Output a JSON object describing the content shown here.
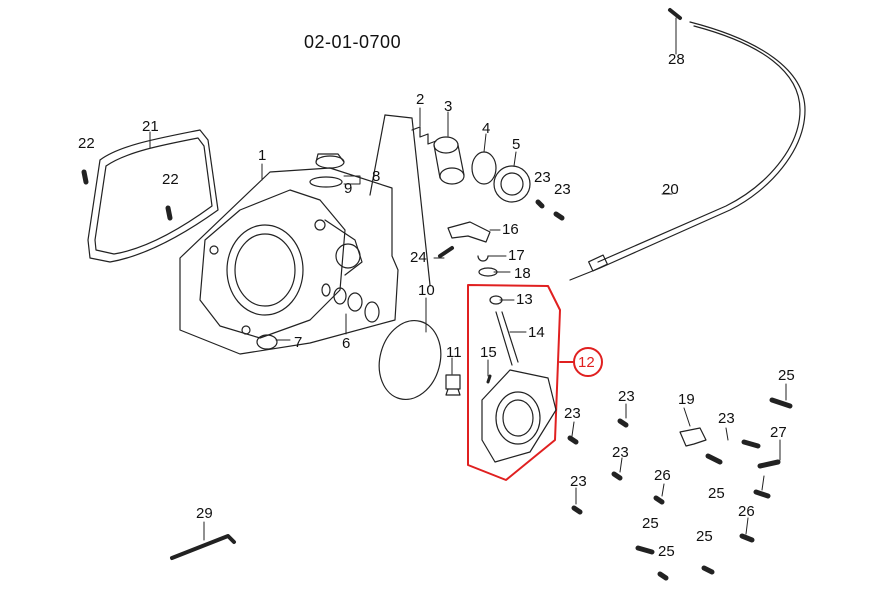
{
  "diagram": {
    "code": "02-01-0700",
    "highlight_color": "#e02020",
    "line_color": "#222222",
    "callouts": {
      "c1": "1",
      "c2": "2",
      "c3": "3",
      "c4": "4",
      "c5": "5",
      "c6": "6",
      "c7": "7",
      "c8": "8",
      "c9": "9",
      "c10": "10",
      "c11": "11",
      "c12": "12",
      "c13": "13",
      "c14": "14",
      "c15": "15",
      "c16": "16",
      "c17": "17",
      "c18": "18",
      "c19": "19",
      "c20": "20",
      "c21": "21",
      "c22a": "22",
      "c22b": "22",
      "c23a": "23",
      "c23b": "23",
      "c23c": "23",
      "c23d": "23",
      "c23e": "23",
      "c23f": "23",
      "c23g": "23",
      "c24": "24",
      "c25a": "25",
      "c25b": "25",
      "c25c": "25",
      "c25d": "25",
      "c25e": "25",
      "c26a": "26",
      "c26b": "26",
      "c27": "27",
      "c28": "28",
      "c29": "29"
    }
  }
}
